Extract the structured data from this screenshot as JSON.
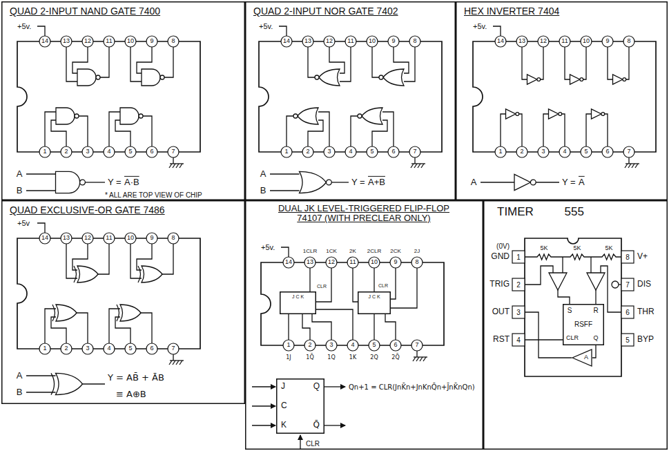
{
  "diagram": {
    "nodes": [
      {
        "text": [
          "QUAD 2-INPUT NAND GATE 7400"
        ]
      },
      {
        "text": [
          "QUAD 2-INPUT NOR GATE 7402"
        ]
      },
      {
        "text": [
          "HEX INVERTER 7404"
        ]
      },
      {
        "text": [
          "QUAD EXCLUSIVE-OR GATE 7486"
        ]
      },
      {
        "text": [
          "DUAL JK LEVEL-TRIGGERED FLIP-FLOP 74107 (WITH PRECLEAR ONLY)"
        ]
      },
      {
        "text": [
          "J C K"
        ],
        "in": 4
      },
      {
        "text": [
          "J C K"
        ],
        "in": 4
      },
      {
        "text": [
          "J",
          "C",
          "K",
          "Q",
          "Q̄"
        ],
        "in": 4
      },
      {
        "text": [
          "TIMER 555"
        ]
      },
      {
        "text": [
          "S",
          "R",
          "RSFF",
          "CLR",
          "Q"
        ],
        "in": 8
      },
      {
        "text": [
          "A"
        ],
        "in": 8
      }
    ],
    "labels": [
      "+5v.",
      "14",
      "13",
      "12",
      "11",
      "10",
      "9",
      "8",
      "1",
      "2",
      "3",
      "4",
      "5",
      "6",
      "7",
      "A",
      "B",
      "Y =",
      "A·B",
      "* ALL ARE TOP VIEW OF CHIP",
      "+5v.",
      "14",
      "13",
      "12",
      "11",
      "10",
      "9",
      "8",
      "1",
      "2",
      "3",
      "4",
      "5",
      "6",
      "7",
      "A",
      "B",
      "Y =",
      "A+B",
      "+5v.",
      "14",
      "13",
      "12",
      "11",
      "10",
      "9",
      "8",
      "1",
      "2",
      "3",
      "4",
      "5",
      "6",
      "7",
      "A",
      "Y =",
      "A",
      "+5v",
      "14",
      "13",
      "12",
      "11",
      "10",
      "9",
      "8",
      "1",
      "2",
      "3",
      "4",
      "5",
      "6",
      "7",
      "A",
      "B",
      "Y = AB̄ + ĀB",
      "≡ A⊕B",
      "+5v.",
      "1CLR",
      "1CK",
      "2K",
      "2CLR",
      "2CK",
      "2J",
      "14",
      "13",
      "12",
      "11",
      "10",
      "9",
      "8",
      "1",
      "2",
      "3",
      "4",
      "5",
      "6",
      "7",
      "1J",
      "1Q̄",
      "1Q",
      "1K",
      "2Q",
      "2Q̄",
      "CLR",
      "CLR",
      "Qn+1 = CLR(JnK̄n+JnKnQ̄n+J̄nK̄nQn)",
      "CLR",
      "(0V)",
      "GND",
      "1",
      "TRIG",
      "2",
      "OUT",
      "3",
      "RST",
      "4",
      "8",
      "V+",
      "7",
      "DIS",
      "6",
      "THR",
      "5",
      "BYP",
      "5K",
      "5K",
      "5K"
    ]
  }
}
